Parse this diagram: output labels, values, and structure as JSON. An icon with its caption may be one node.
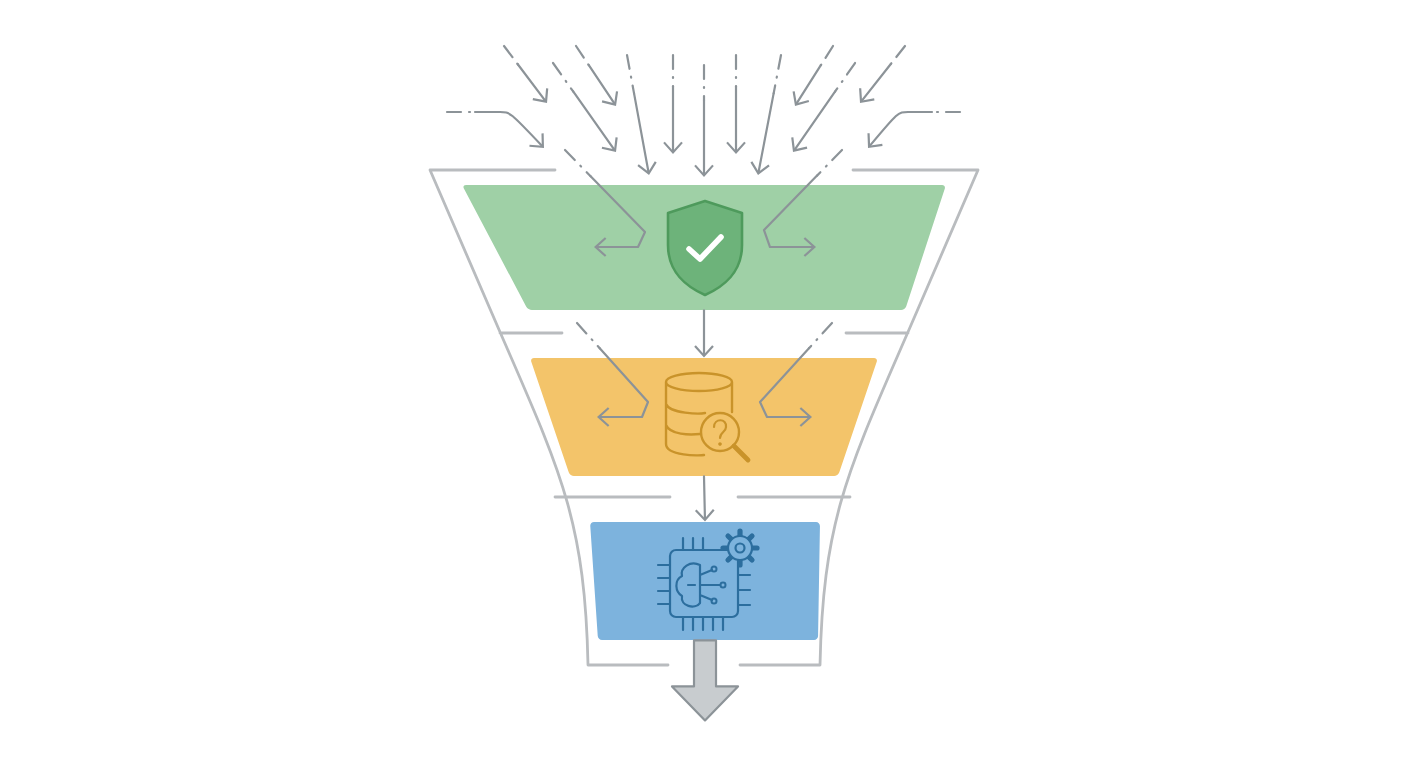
{
  "diagram": {
    "nodes": [
      {
        "text": [],
        "shape": "trapezoid"
      },
      {
        "text": [],
        "shape": "trapezoid"
      },
      {
        "text": [],
        "shape": "trapezoid"
      }
    ],
    "edges": [
      {
        "from": 0,
        "to": 1,
        "arrow": "to"
      },
      {
        "from": 1,
        "to": 2,
        "arrow": "to"
      },
      {
        "from": 2,
        "to": null,
        "arrow": "to",
        "style": "thick"
      }
    ]
  }
}
